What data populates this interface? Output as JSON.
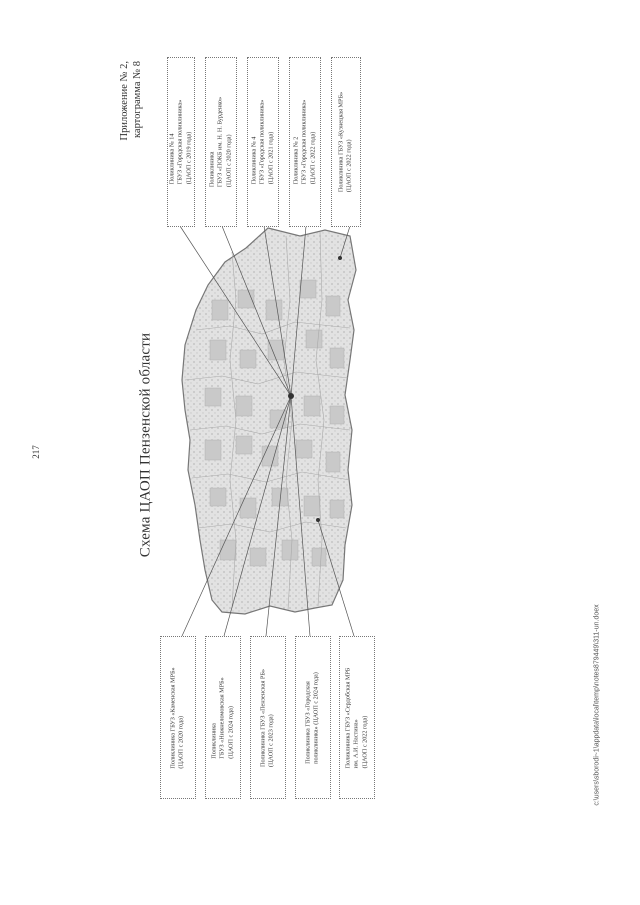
{
  "page": {
    "number": "217",
    "annex_line1": "Приложение № 2,",
    "annex_line2": "картограмма № 8",
    "title": "Схема ЦАОП Пензенской области",
    "file_path": "c:\\users\\sborodi~1\\appdata\\local\\temp\\notes879449\\311-un.doex"
  },
  "top_boxes": [
    {
      "name": "Поликлиника № 14",
      "org": "ГБУЗ «Городская поликлиника»",
      "date": "(ЦАОП с 2019 года)"
    },
    {
      "name": "Поликлиника",
      "org": "ГБУЗ «ПОКБ им. Н. Н. Бурденко»",
      "date": "(ЦАОП с 2020 года)"
    },
    {
      "name": "Поликлиника № 4",
      "org": "ГБУЗ «Городская поликлиника»",
      "date": "(ЦАОП с 2021 года)"
    },
    {
      "name": "Поликлиника № 2",
      "org": "ГБУЗ «Городская поликлиника»",
      "date": "(ЦАОП с 2022 года)"
    },
    {
      "name": "Поликлиника ГБУЗ «Кузнецкая МРБ»",
      "org": "",
      "date": "(ЦАОП с 2022 года)"
    }
  ],
  "bottom_boxes": [
    {
      "name": "Поликлиника ГБУЗ «Каменская МРБ»",
      "org": "",
      "date": "(ЦАОП с 2020 года)"
    },
    {
      "name": "Поликлиника",
      "org": "ГБУЗ «Нижнеломовская МРБ»",
      "date": "(ЦАОП с 2024 года)"
    },
    {
      "name": "Поликлиника ГБУЗ «Пензенская РБ»",
      "org": "",
      "date": "(ЦАОП с 2023 года)"
    },
    {
      "name": "Поликлиника ГБУЗ «Городская",
      "org": "поликлиника» (ЦАОП с 2024 года)",
      "date": ""
    },
    {
      "name": "Поликлиника ГБУЗ «Сердобская МРБ",
      "org": "им. А.И. Настина»",
      "date": "(ЦАОП с 2022 года)"
    }
  ],
  "colors": {
    "border": "#777777",
    "text": "#333333",
    "region_fill": "#d6d6d6"
  }
}
